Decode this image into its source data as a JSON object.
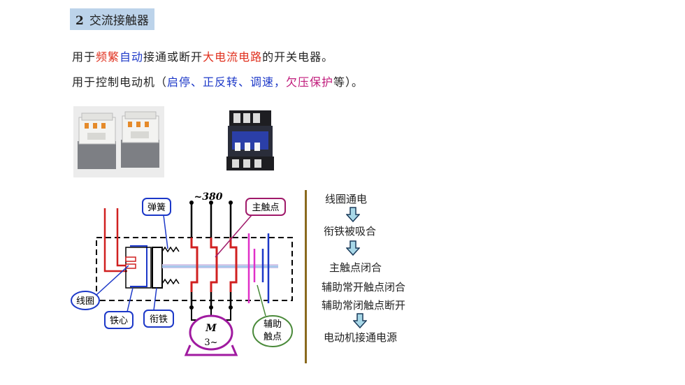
{
  "title": {
    "number": "2",
    "text": "交流接触器"
  },
  "line1": {
    "p1": "用于",
    "p2": "频繁",
    "p3": "自动",
    "p4": "接通或断开",
    "p5": "大电流电路",
    "p6": "的开关电器。"
  },
  "line2": {
    "p1": "用于控制电动机（",
    "p2": "启停、正反转、调速，",
    "p3": "欠压保护",
    "p4": "等）。"
  },
  "diagram": {
    "voltage": "~380",
    "spring": "弹簧",
    "main_contact": "主触点",
    "coil": "线圈",
    "core": "铁心",
    "armature": "衔铁",
    "aux_contact": [
      "辅助",
      "触点"
    ],
    "motor": [
      "M",
      "3~"
    ]
  },
  "flow": {
    "steps": [
      "线圈通电",
      "衔铁被吸合",
      "主触点闭合",
      "辅助常开触点闭合",
      "辅助常闭触点断开",
      "电动机接通电源"
    ]
  },
  "colors": {
    "title_bg": "#bcd3ea",
    "red": "#e0301e",
    "blue": "#1c38c8",
    "magenta": "#c01a7a",
    "separator": "#8a6a1e"
  }
}
